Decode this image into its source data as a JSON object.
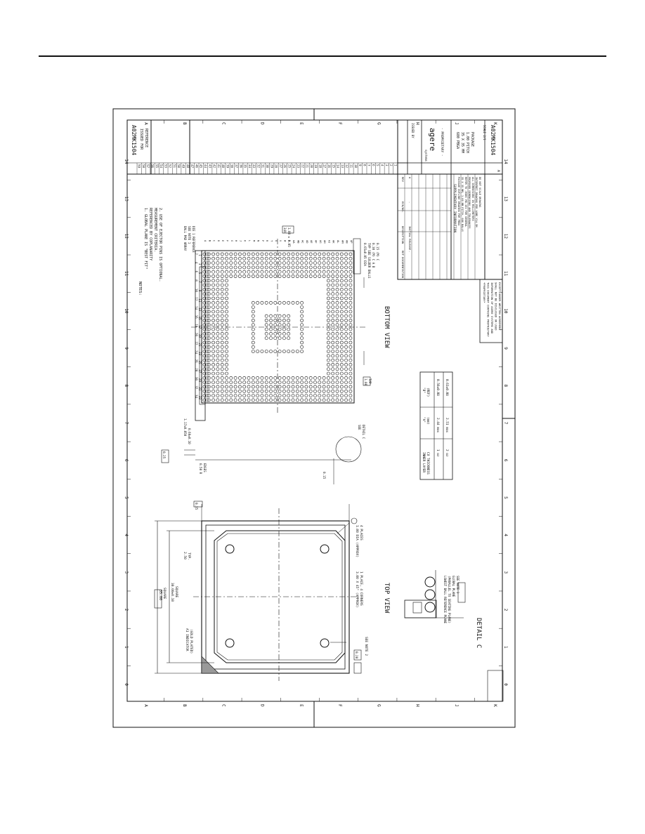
{
  "drawing": {
    "part_number": "A02MK1504",
    "sheet_title_lines": [
      "ISSUED FOR",
      "REFERENCE"
    ],
    "notes": {
      "heading": "NOTES:",
      "items": [
        "1. GLOBAL PLANE IS \"BEST FIT\"",
        "   REFERENCED BY COPLANARITY",
        "   MEASUREMENT CRITERIA.",
        "2. USE OF EJECTOR PINS IS OPTIONAL."
      ]
    },
    "views": {
      "top_view": "TOP VIEW",
      "bottom_view": "BOTTOM VIEW",
      "detail_c": "DETAIL C"
    },
    "dimensions": {
      "package": "35.00",
      "package_square": "SQUARE",
      "mold_cap": "30.00±0.10",
      "mold_square": "SQUARE",
      "corner_offset": "2.50",
      "corner_typ": "TYP.",
      "chamfer": "3.00 X 45° (APPROX)",
      "chamfer_note": "1 PLACE, 4 CORNERS",
      "ball_a1_indicator": "A1 INDICATOR",
      "ball_a1_sub": "(GOLD PLATED)",
      "holes": "1.00 DIA (APPROX)",
      "holes_sub": "4 PLACES",
      "see_note_2": "SEE NOTE 2",
      "datum_tol_top": "0.25",
      "datum_tol_side": "0.20",
      "dim_1": "1.17±0.050",
      "dim_2": "0.60±0.10",
      "dim_3": "0.50 R",
      "dim_3_sub": "EDGES",
      "dim_4": "0.25",
      "dim_5": "0.15",
      "side_ref": "SEE",
      "side_ref_sub": "DETAIL C",
      "pitch": "1.00",
      "pitch_typ": "TYP",
      "ball_dia": "0.65±0.05 DIA",
      "ball_dia_sub": "TYP SEE SOLDER BALLS",
      "ball_tol_1": "0.30 (M) C A B",
      "ball_tol_2": "0.15 (M) C",
      "ball_count_label": "34X",
      "ball_count_sub": "1.00 ± 0.05",
      "ball_pad": "BALL PAD ARRAY",
      "ball_pad_sub": "SEE NOTE 1",
      "ball_pad_sub2": "DIE 1 REFERENCE",
      "detail_label_1": "LOWEST BALL REFERENCE PLANE",
      "detail_label_2": "(PARALLEL TO SEATING PLANE)",
      "detail_label_3": "GLOBAL PLANE",
      "detail_label_4": "SEE NOTE 1"
    },
    "col_numbers_top": [
      "34",
      "32",
      "30",
      "28",
      "26",
      "24",
      "22",
      "20",
      "18",
      "16",
      "14",
      "12",
      "10",
      "8",
      "6",
      "4",
      "2"
    ],
    "col_numbers_bottom": [
      "33",
      "31",
      "29",
      "27",
      "25",
      "23",
      "21",
      "19",
      "17",
      "15",
      "13",
      "11",
      "9",
      "7",
      "5",
      "3",
      "1"
    ],
    "row_letters": [
      "A",
      "B",
      "C",
      "D",
      "E",
      "F",
      "G",
      "H",
      "J",
      "K",
      "L",
      "M",
      "N",
      "P",
      "R",
      "T",
      "U",
      "V",
      "W",
      "Y",
      "AA",
      "AB",
      "AC",
      "AD",
      "AE",
      "AF",
      "AG",
      "AH",
      "AJ",
      "AK",
      "AL",
      "AM",
      "AN",
      "AP"
    ],
    "thickness_table": {
      "headers": [
        "INNER LAYER\nCU THICKNESS",
        "\"A\"\n(mm)",
        "\"B\"\n(REF)"
      ],
      "rows": [
        [
          "1 oz",
          "2.44 max",
          "0.56±0.08"
        ],
        [
          "2 oz",
          "2.51 max",
          "0.61±0.08"
        ]
      ]
    },
    "revision_table": {
      "headers": [
        "REV",
        "ECN/NO.",
        "DESCRIPTION",
        "REF DOCUMENTATION"
      ],
      "row": [
        "A",
        "-",
        "INITIAL RELEASE",
        "-"
      ]
    },
    "definition_box": {
      "title": "SUPPLEMENTARY INFORMATION",
      "lines": [
        "PACKAGE OUTLINE DRAWING FOR PBGA",
        "35 X 35 MM, 1.00 MM PITCH, 680 BALLS",
        "REFER TO JEDEC MO-151 FOR GENERAL",
        "PROPOSED DIMENSIONS AND TOLERANCES",
        "ALL DIMENSIONS IN MILLIMETERS",
        "INTERPRET DRAWING PER ASME Y14.5M",
        "DO NOT SCALE DRAWING"
      ]
    },
    "proprietary_box": {
      "lines": [
        "*PROPRIETARY*",
        "THIS DOCUMENT CONTAINS PROPRIETARY",
        "INFORMATION OF AGERE SYSTEMS AND",
        "SHALL NOT BE DISCLOSED OR USED",
        "EXCEPT UNDER WRITTEN AGREEMENT"
      ]
    },
    "title_block": {
      "company": "agere",
      "company_sub": "systems",
      "proprietary": "- PROPRIETARY -",
      "package_desc_lines": [
        "680 PBGA",
        "35 X 35 MM",
        "1.00 PITCH",
        "PACKAGE"
      ],
      "drawn_by": "ISSUED BY",
      "scale": "SCALE 2/1",
      "sheet": "SHEET 1 OF 1",
      "rev": "A"
    },
    "zone_numbers": [
      "14",
      "13",
      "12",
      "11",
      "10",
      "9",
      "8",
      "7",
      "6",
      "5",
      "4",
      "3",
      "2",
      "1",
      "0"
    ],
    "zone_letters": [
      "A",
      "B",
      "C",
      "D",
      "E",
      "F",
      "G",
      "H",
      "J",
      "K"
    ],
    "side_index_rows": [
      "59",
      "58",
      "57",
      "56",
      "55",
      "54",
      "53",
      "52",
      "51",
      "50",
      "49",
      "48",
      "47",
      "46",
      "45",
      "44",
      "43",
      "42",
      "41",
      "40",
      "39",
      "38",
      "37",
      "36",
      "35",
      "34",
      "33",
      "32",
      "31",
      "30",
      "29",
      "28",
      "27",
      "26",
      "25",
      "24",
      "23",
      "22",
      "21",
      "20",
      "19",
      "18",
      "17",
      "16",
      "15",
      "14",
      "13",
      "12",
      "11",
      "10",
      "9",
      "8",
      "7",
      "6",
      "5",
      "4",
      "3",
      "2",
      "1"
    ]
  }
}
